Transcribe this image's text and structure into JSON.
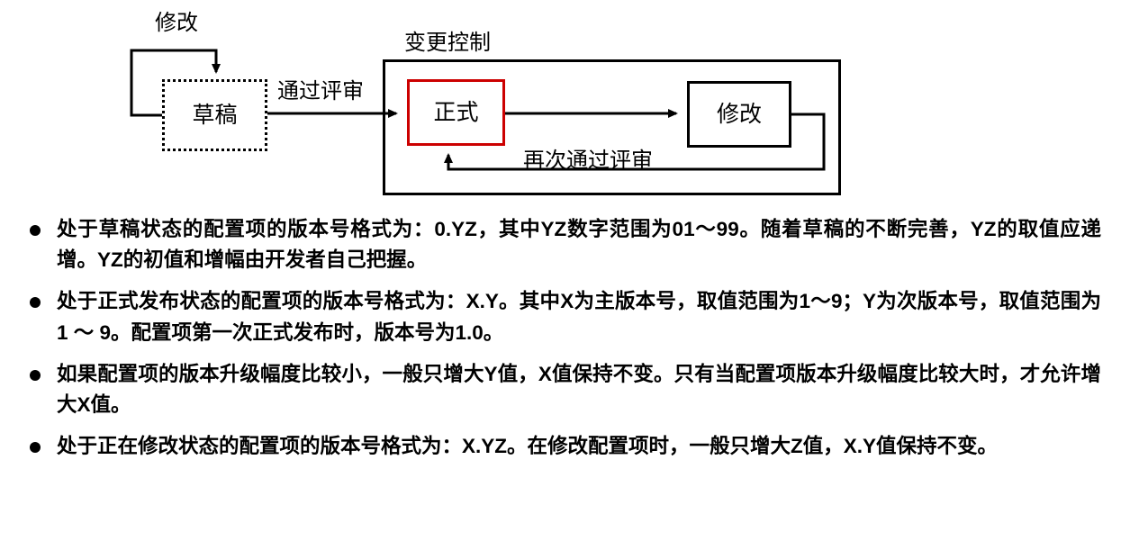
{
  "diagram": {
    "nodes": {
      "draft": "草稿",
      "formal": "正式",
      "modify": "修改"
    },
    "edges": {
      "self_modify": "修改",
      "pass_review": "通过评审",
      "repass_review": "再次通过评审"
    },
    "group_label": "变更控制",
    "colors": {
      "formal_border": "#cc0000",
      "line": "#000000",
      "background": "#ffffff"
    }
  },
  "bullets": [
    {
      "marker": "●",
      "text": "处于草稿状态的配置项的版本号格式为：0.YZ，其中YZ数字范围为01～99。随着草稿的不断完善，YZ的取值应递增。YZ的初值和增幅由开发者自己把握。"
    },
    {
      "marker": "●",
      "text": "处于正式发布状态的配置项的版本号格式为：X.Y。其中X为主版本号，取值范围为1～9；Y为次版本号，取值范围为1 ～ 9。配置项第一次正式发布时，版本号为1.0。"
    },
    {
      "marker": "●",
      "text": "如果配置项的版本升级幅度比较小，一般只增大Y值，X值保持不变。只有当配置项版本升级幅度比较大时，才允许增大X值。"
    },
    {
      "marker": "●",
      "text": "处于正在修改状态的配置项的版本号格式为：X.YZ。在修改配置项时，一般只增大Z值，X.Y值保持不变。"
    }
  ]
}
